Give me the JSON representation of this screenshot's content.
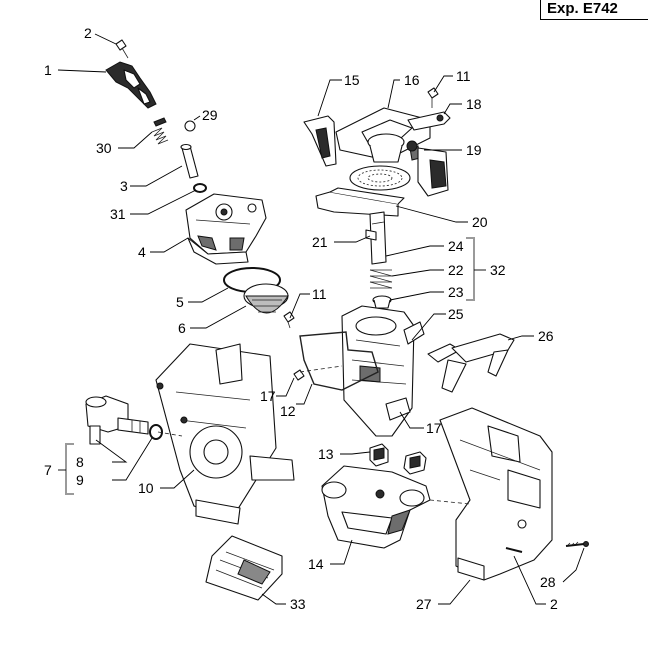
{
  "title": "Exp. E742",
  "labels": {
    "l1": "1",
    "l2a": "2",
    "l3": "3",
    "l4": "4",
    "l5": "5",
    "l6": "6",
    "l7": "7",
    "l8": "8",
    "l9": "9",
    "l10": "10",
    "l11a": "11",
    "l11b": "11",
    "l12": "12",
    "l13": "13",
    "l14": "14",
    "l15": "15",
    "l16": "16",
    "l17a": "17",
    "l17b": "17",
    "l18": "18",
    "l19": "19",
    "l20": "20",
    "l21": "21",
    "l22": "22",
    "l23": "23",
    "l24": "24",
    "l25": "25",
    "l26": "26",
    "l27": "27",
    "l28": "28",
    "l2b": "2",
    "l29": "29",
    "l30": "30",
    "l31": "31",
    "l32": "32",
    "l33": "33"
  }
}
